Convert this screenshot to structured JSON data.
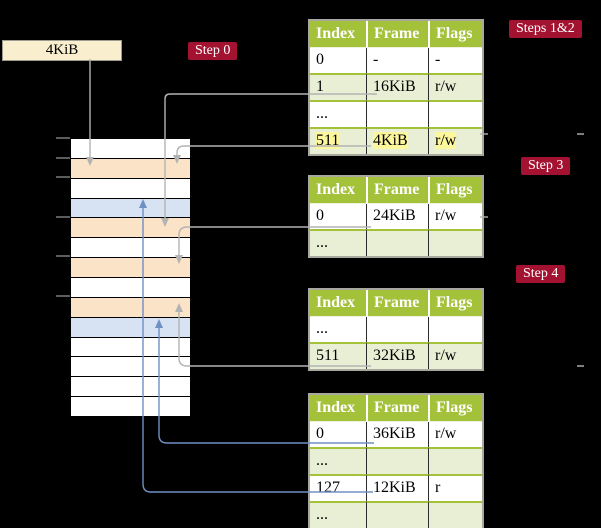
{
  "background": "#000000",
  "palette": {
    "header_green": "#a3c139",
    "row_alt_green": "#e9efd5",
    "row_white": "#ffffff",
    "highlight_yellow": "#fcf69c",
    "label_red": "#a31230",
    "pointer_cream": "#f9eecd",
    "frame_peach": "#fbe3c8",
    "frame_blue": "#d7e2f2",
    "connector_gray": "#b3b3b3",
    "connector_blue": "#7090c4"
  },
  "pointer_box": {
    "label": "4KiB"
  },
  "step_labels": {
    "step0": "Step 0",
    "steps12": "Steps 1&2",
    "step3": "Step 3",
    "step4": "Step 4"
  },
  "memory_column": {
    "rows": [
      "white",
      "peach",
      "white",
      "blue",
      "peach",
      "white",
      "peach",
      "white",
      "peach",
      "blue",
      "white",
      "white",
      "white",
      "white"
    ]
  },
  "tables": [
    {
      "id": "table-steps-1-2",
      "columns": [
        "Index",
        "Frame",
        "Flags"
      ],
      "rows": [
        {
          "cells": [
            "0",
            "-",
            "-"
          ],
          "alt": false,
          "highlight": false
        },
        {
          "cells": [
            "1",
            "16KiB",
            "r/w"
          ],
          "alt": true,
          "highlight": false
        },
        {
          "cells": [
            "...",
            "",
            ""
          ],
          "alt": false,
          "highlight": false
        },
        {
          "cells": [
            "511",
            "4KiB",
            "r/w"
          ],
          "alt": true,
          "highlight": true
        }
      ]
    },
    {
      "id": "table-step-3",
      "columns": [
        "Index",
        "Frame",
        "Flags"
      ],
      "rows": [
        {
          "cells": [
            "0",
            "24KiB",
            "r/w"
          ],
          "alt": false,
          "highlight": false
        },
        {
          "cells": [
            "...",
            "",
            ""
          ],
          "alt": true,
          "highlight": false
        }
      ]
    },
    {
      "id": "table-step-4",
      "columns": [
        "Index",
        "Frame",
        "Flags"
      ],
      "rows": [
        {
          "cells": [
            "...",
            "",
            ""
          ],
          "alt": false,
          "highlight": false
        },
        {
          "cells": [
            "511",
            "32KiB",
            "r/w"
          ],
          "alt": true,
          "highlight": false
        }
      ]
    },
    {
      "id": "table-final",
      "columns": [
        "Index",
        "Frame",
        "Flags"
      ],
      "rows": [
        {
          "cells": [
            "0",
            "36KiB",
            "r/w"
          ],
          "alt": false,
          "highlight": false
        },
        {
          "cells": [
            "...",
            "",
            ""
          ],
          "alt": true,
          "highlight": false
        },
        {
          "cells": [
            "127",
            "12KiB",
            "r"
          ],
          "alt": false,
          "highlight": false
        },
        {
          "cells": [
            "...",
            "",
            ""
          ],
          "alt": true,
          "highlight": false
        }
      ]
    }
  ]
}
